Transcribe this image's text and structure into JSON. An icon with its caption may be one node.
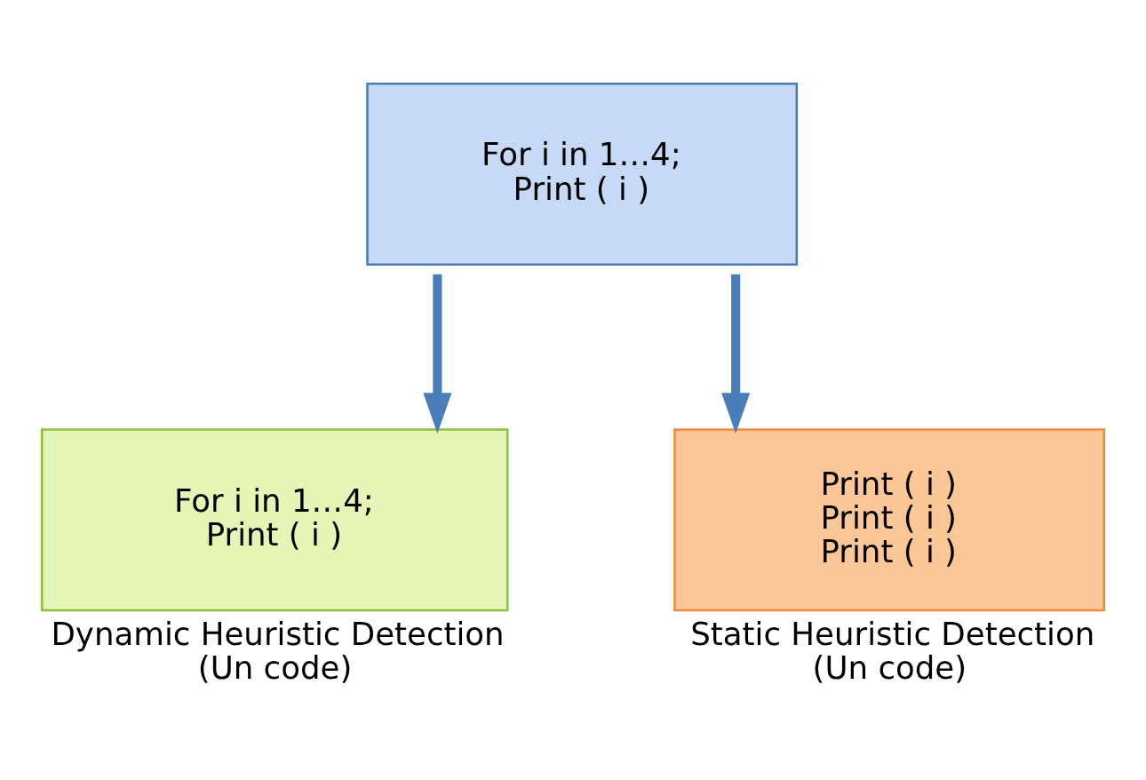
{
  "diagram": {
    "nodes": [
      {
        "text": [
          "For i in 1…4; Print ( i )"
        ]
      },
      {
        "text": [
          "For i in 1…4; Print ( i )"
        ],
        "beside": [
          "Dynamic Heuristic Detection (Un code)"
        ]
      },
      {
        "text": [
          "Print ( i ) Print ( i ) Print ( i )"
        ],
        "beside": [
          "Static Heuristic Detection (Un code)"
        ]
      }
    ],
    "edges": [
      {
        "from": 0,
        "to": 1,
        "arrow": "to"
      },
      {
        "from": 0,
        "to": 2,
        "arrow": "to"
      }
    ]
  }
}
